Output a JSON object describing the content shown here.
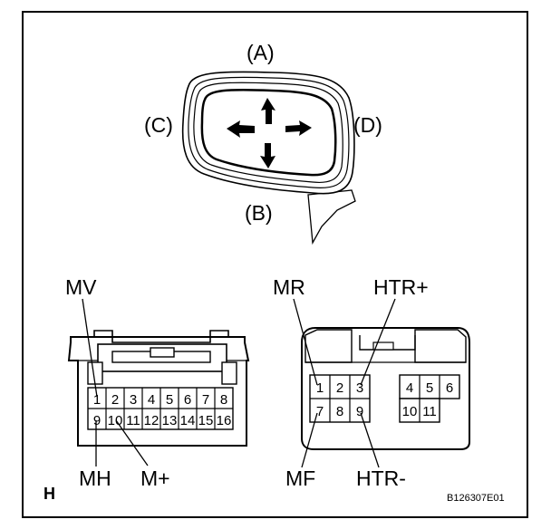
{
  "mirror": {
    "label_a": "(A)",
    "label_b": "(B)",
    "label_c": "(C)",
    "label_d": "(D)"
  },
  "left_connector": {
    "labels": {
      "mv": "MV",
      "mh": "MH",
      "mplus": "M+"
    },
    "pins_row1": [
      "1",
      "2",
      "3",
      "4",
      "5",
      "6",
      "7",
      "8"
    ],
    "pins_row2": [
      "9",
      "10",
      "11",
      "12",
      "13",
      "14",
      "15",
      "16"
    ]
  },
  "right_connector": {
    "labels": {
      "mr": "MR",
      "htr_plus": "HTR+",
      "mf": "MF",
      "htr_minus": "HTR-"
    },
    "pins_row1_left": [
      "1",
      "2",
      "3"
    ],
    "pins_row1_right": [
      "4",
      "5",
      "6"
    ],
    "pins_row2_left": [
      "7",
      "8",
      "9"
    ],
    "pins_row2_right": [
      "10",
      "11"
    ]
  },
  "footer": {
    "view_code": "H",
    "figure_id": "B126307E01"
  }
}
